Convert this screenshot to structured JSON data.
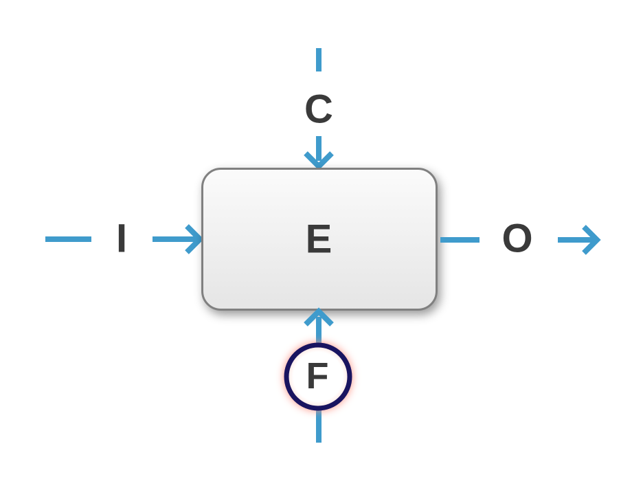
{
  "diagram": {
    "title": "process-block-diagram",
    "background": "#FFFFFF",
    "labels": {
      "top": "C",
      "left": "I",
      "center": "E",
      "right": "O",
      "bottom": "F"
    },
    "colors": {
      "arrow_blue": "#3F9BCC",
      "label_text": "#3A3A3A",
      "box_border": "#808080",
      "box_fill_top": "#FBFBFB",
      "box_fill_bottom": "#E5E5E5",
      "circle_ring": "#191460",
      "circle_fill_center": "#FFFFFF",
      "circle_fill_edge": "#FFE4DE"
    }
  }
}
